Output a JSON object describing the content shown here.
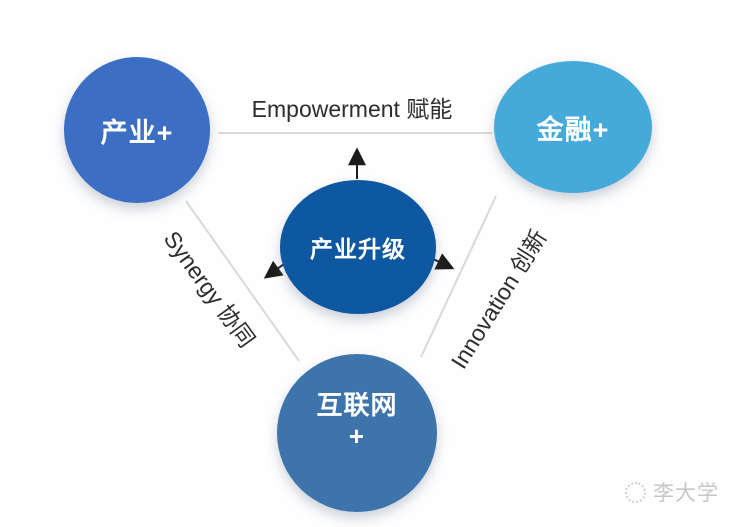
{
  "diagram": {
    "center_node": {
      "id": "industry-upgrade",
      "label": "产业升级",
      "color": "#0e58a1"
    },
    "nodes": {
      "industry": {
        "label": "产业+",
        "color": "#3c6fc3"
      },
      "finance": {
        "label": "金融+",
        "color": "#45a9da"
      },
      "internet": {
        "label": "互联网",
        "label_line2": "+",
        "color": "#3e74ac"
      }
    },
    "edge_labels": {
      "empowerment": {
        "text": "Empowerment 赋能"
      },
      "synergy": {
        "text": "Synergy 协同"
      },
      "innovation": {
        "text": "Innovation 创新"
      }
    }
  },
  "watermark": {
    "text": "李大学",
    "icon": "dotted-circle-logo"
  },
  "colors": {
    "background": "#fefefe",
    "connector_line": "#d9d9d9",
    "arrow": "#1c1c1c",
    "label_text": "#2d2d2d",
    "watermark": "#c7c7c7"
  }
}
